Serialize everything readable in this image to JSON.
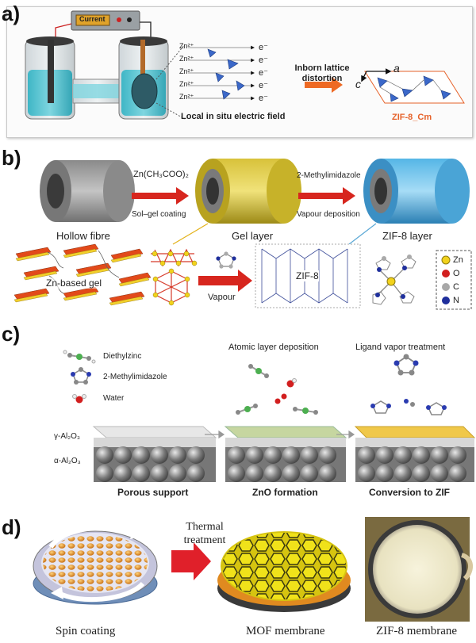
{
  "panels": {
    "a": {
      "label": "a)",
      "current_label": "Current",
      "ions": [
        "Zn²⁺",
        "Zn²⁺",
        "Zn²⁺",
        "Zn²⁺",
        "Zn²⁺"
      ],
      "electrons": [
        "e⁻",
        "e⁻",
        "e⁻",
        "e⁻",
        "e⁻"
      ],
      "field_caption": "Local in situ electric field",
      "distortion_caption": "Inborn lattice distortion",
      "axis_a": "a",
      "axis_c": "c",
      "product_caption": "ZIF-8_Cm"
    },
    "b": {
      "label": "b)",
      "step1_reagent": "Zn(CH₃COO)₂",
      "step1_method": "Sol–gel coating",
      "step2_reagent": "2-Methylimidazole",
      "step2_method": "Vapour deposition",
      "stage1": "Hollow fibre",
      "stage2": "Gel layer",
      "stage3": "ZIF-8 layer",
      "gel_caption": "Zn-based gel",
      "vapour_caption": "Vapour",
      "framework_caption": "ZIF-8",
      "legend": [
        {
          "symbol": "Zn",
          "color": "#f2d21c"
        },
        {
          "symbol": "O",
          "color": "#d21f1f"
        },
        {
          "symbol": "C",
          "color": "#a8a8a8"
        },
        {
          "symbol": "N",
          "color": "#1f2f9c"
        }
      ]
    },
    "c": {
      "label": "c)",
      "legend": [
        "Diethylzinc",
        "2-Methylimidazole",
        "Water"
      ],
      "layer_top": "γ-Al₂O₃",
      "layer_bottom": "α-Al₂O₃",
      "header2": "Atomic layer deposition",
      "header3": "Ligand vapor treatment",
      "caption1": "Porous support",
      "caption2": "ZnO formation",
      "caption3": "Conversion to ZIF"
    },
    "d": {
      "label": "d)",
      "arrow_caption": "Thermal treatment",
      "caption1": "Spin coating",
      "caption2": "MOF membrane",
      "caption3": "ZIF-8 membrane"
    }
  }
}
